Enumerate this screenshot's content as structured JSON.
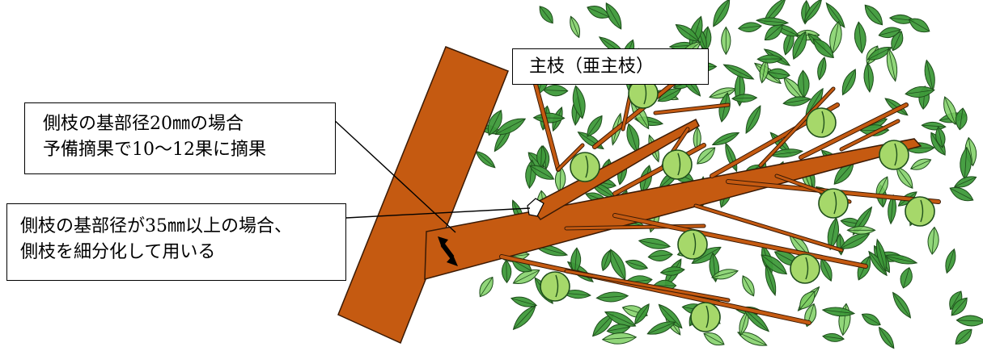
{
  "labels": {
    "main_branch": "主枝（亜主枝）",
    "lateral_20mm": {
      "line1": "側枝の基部径20㎜の場合",
      "line2": "予備摘果で10～12果に摘果"
    },
    "lateral_35mm": {
      "line1": "側枝の基部径が35㎜以上の場合、",
      "line2": "側枝を細分化して用いる"
    }
  },
  "colors": {
    "branch": "#C55A11",
    "branch_outline": "#3a1a05",
    "leaf_dark": "#3E9A3A",
    "leaf_light": "#7ECF63",
    "leaf_outline": "#1F4F1C",
    "fruit": "#A6D86A",
    "fruit_outline": "#1F4F1C",
    "line": "#000000"
  }
}
